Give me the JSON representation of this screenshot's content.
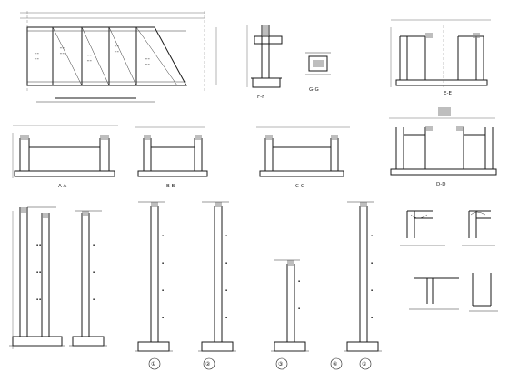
{
  "sections": {
    "plan_title": "",
    "ee": "E-E",
    "ff": "F-F",
    "gg": "G-G",
    "aa": "A-A",
    "bb": "B-B",
    "cc": "C-C",
    "dd": "D-D"
  },
  "axis_markers": {
    "m1": "①",
    "m2": "②",
    "m3": "③",
    "m4": "④",
    "m5": "⑤"
  },
  "details": {
    "left_caption": "",
    "right_caption": ""
  }
}
